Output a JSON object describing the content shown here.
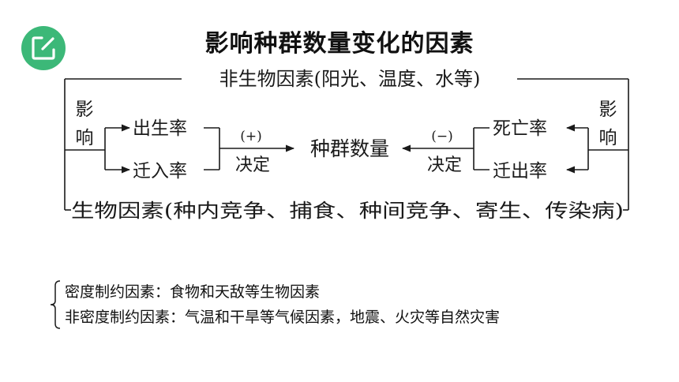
{
  "title": "影响种群数量变化的因素",
  "accent_color": "#3cb878",
  "icon": "edit-icon",
  "diagram": {
    "abiotic": "非生物因素(阳光、温度、水等)",
    "biotic": "生物因素(种内竞争、捕食、种间竞争、寄生、传染病)",
    "influence_char_1": "影",
    "influence_char_2": "响",
    "birth_rate": "出生率",
    "immigration_rate": "迁入率",
    "death_rate": "死亡率",
    "emigration_rate": "迁出率",
    "plus_sign": "(+)",
    "minus_sign": "(−)",
    "decide": "决定",
    "population": "种群数量"
  },
  "notes": {
    "density_dependent": "密度制约因素：食物和天敌等生物因素",
    "density_independent": "非密度制约因素：气温和干旱等气候因素，地震、火灾等自然灾害"
  }
}
